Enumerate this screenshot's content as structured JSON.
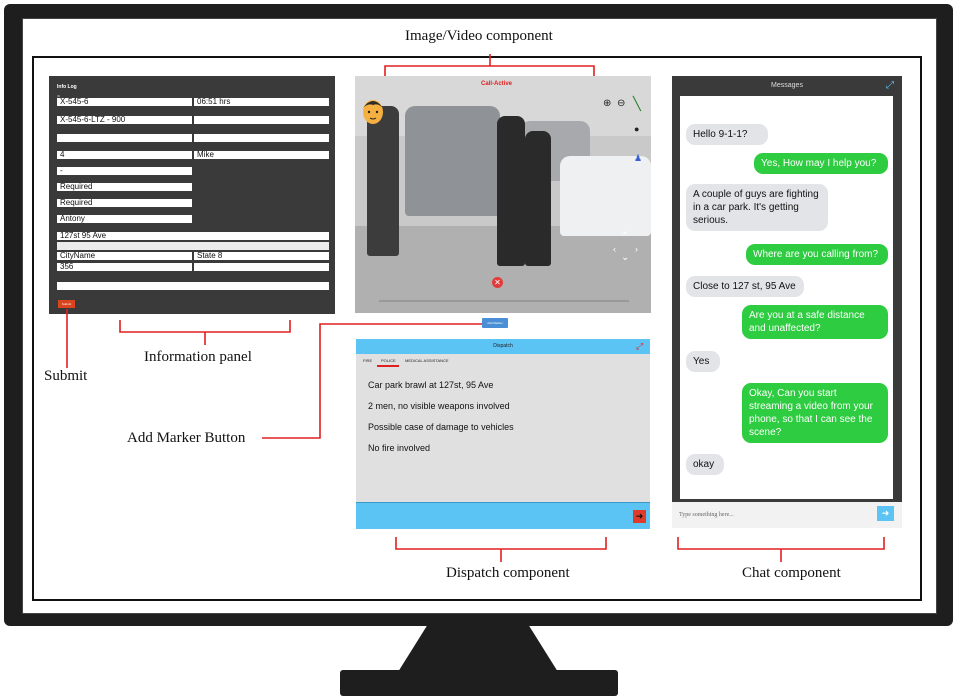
{
  "annotations": {
    "image_video": "Image/Video component",
    "information_panel": "Information panel",
    "submit": "Submit",
    "add_marker": "Add Marker Button",
    "dispatch": "Dispatch component",
    "chat": "Chat component"
  },
  "info_log": {
    "title": "Info Log",
    "fields": {
      "id": "X-545-6",
      "call_time": "06:51 hrs",
      "poid": "X-545-6-LTZ - 900",
      "service_time": "4",
      "call_handler": "Mike",
      "dash": "-",
      "status1": "Required",
      "status2": "Required",
      "name": "Antony",
      "address": "127st 95 Ave",
      "city": "CityName",
      "state": "State 8",
      "zip": "356"
    },
    "submit_label": "Submit"
  },
  "video": {
    "status": "Call-Active"
  },
  "add_marker_label": "Add Marker",
  "dispatch": {
    "title": "Dispatch",
    "tabs": [
      "FIRE",
      "POLICE",
      "MEDICAL ASSISTANCE"
    ],
    "lines": [
      "Car park brawl at 127st, 95 Ave",
      "2 men, no visible weapons involved",
      "Possible case of damage to vehicles",
      "No fire involved"
    ]
  },
  "chat": {
    "title": "Messages",
    "messages": [
      {
        "dir": "in",
        "text": "Hello 9-1-1?"
      },
      {
        "dir": "out",
        "text": "Yes, How may I help you?"
      },
      {
        "dir": "in",
        "text": "A couple of guys are fighting in a car park. It's getting serious."
      },
      {
        "dir": "out",
        "text": "Where are you calling from?"
      },
      {
        "dir": "in",
        "text": "Close to 127 st, 95 Ave"
      },
      {
        "dir": "out",
        "text": "Are you at a safe distance and unaffected?"
      },
      {
        "dir": "in",
        "text": "Yes"
      },
      {
        "dir": "out",
        "text": "Okay, Can you start streaming a video from your phone, so that I can see the scene?"
      },
      {
        "dir": "in",
        "text": "okay"
      }
    ],
    "input_placeholder": "Type something here..."
  },
  "colors": {
    "annotation_red": "#e02020",
    "chat_out": "#2ecc40",
    "dispatch_blue": "#5bc4f5",
    "panel_dark": "#3a3a3a"
  }
}
